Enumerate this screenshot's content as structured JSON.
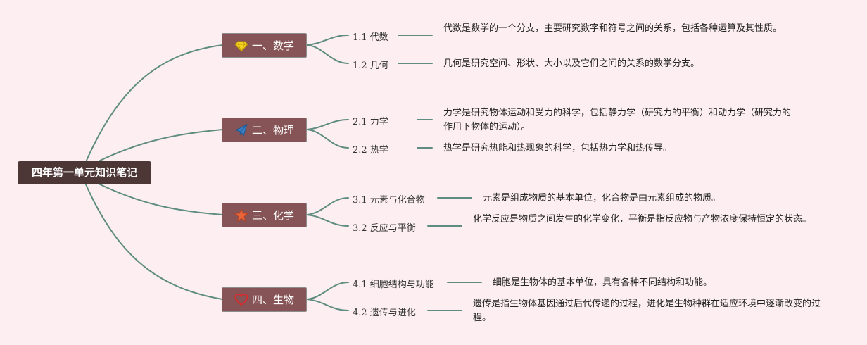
{
  "root": {
    "label": "四年第一单元知识笔记"
  },
  "branches": [
    {
      "label": "一、数学",
      "icon": "diamond-icon",
      "icon_color": "#f3d11f",
      "items": [
        {
          "label": "1.1 代数",
          "note": "代数是数学的一个分支，主要研究数字和符号之间的关系，包括各种运算及其性质。"
        },
        {
          "label": "1.2 几何",
          "note": "几何是研究空间、形状、大小以及它们之间的关系的数学分支。"
        }
      ]
    },
    {
      "label": "二、物理",
      "icon": "paper-plane-icon",
      "icon_color": "#3a7fc4",
      "items": [
        {
          "label": "2.1 力学",
          "note": "力学是研究物体运动和受力的科学，包括静力学（研究力的平衡）和动力学（研究力的作用下物体的运动）。"
        },
        {
          "label": "2.2 热学",
          "note": "热学是研究热能和热现象的科学，包括热力学和热传导。"
        }
      ]
    },
    {
      "label": "三、化学",
      "icon": "star-icon",
      "icon_color": "#e8643a",
      "items": [
        {
          "label": "3.1 元素与化合物",
          "note": "元素是组成物质的基本单位，化合物是由元素组成的物质。"
        },
        {
          "label": "3.2 反应与平衡",
          "note": "化学反应是物质之间发生的化学变化，平衡是指反应物与产物浓度保持恒定的状态。"
        }
      ]
    },
    {
      "label": "四、生物",
      "icon": "heart-icon",
      "icon_color": "#d8292b",
      "items": [
        {
          "label": "4.1 细胞结构与功能",
          "note": "细胞是生物体的基本单位，具有各种不同结构和功能。"
        },
        {
          "label": "4.2 遗传与进化",
          "note": "遗传是指生物体基因通过后代传递的过程，进化是生物种群在适应环境中逐渐改变的过程。"
        }
      ]
    }
  ],
  "colors": {
    "background": "#fdeff1",
    "root_fill": "#4d3636",
    "branch_fill": "#865456",
    "connector": "#5f8c80"
  }
}
